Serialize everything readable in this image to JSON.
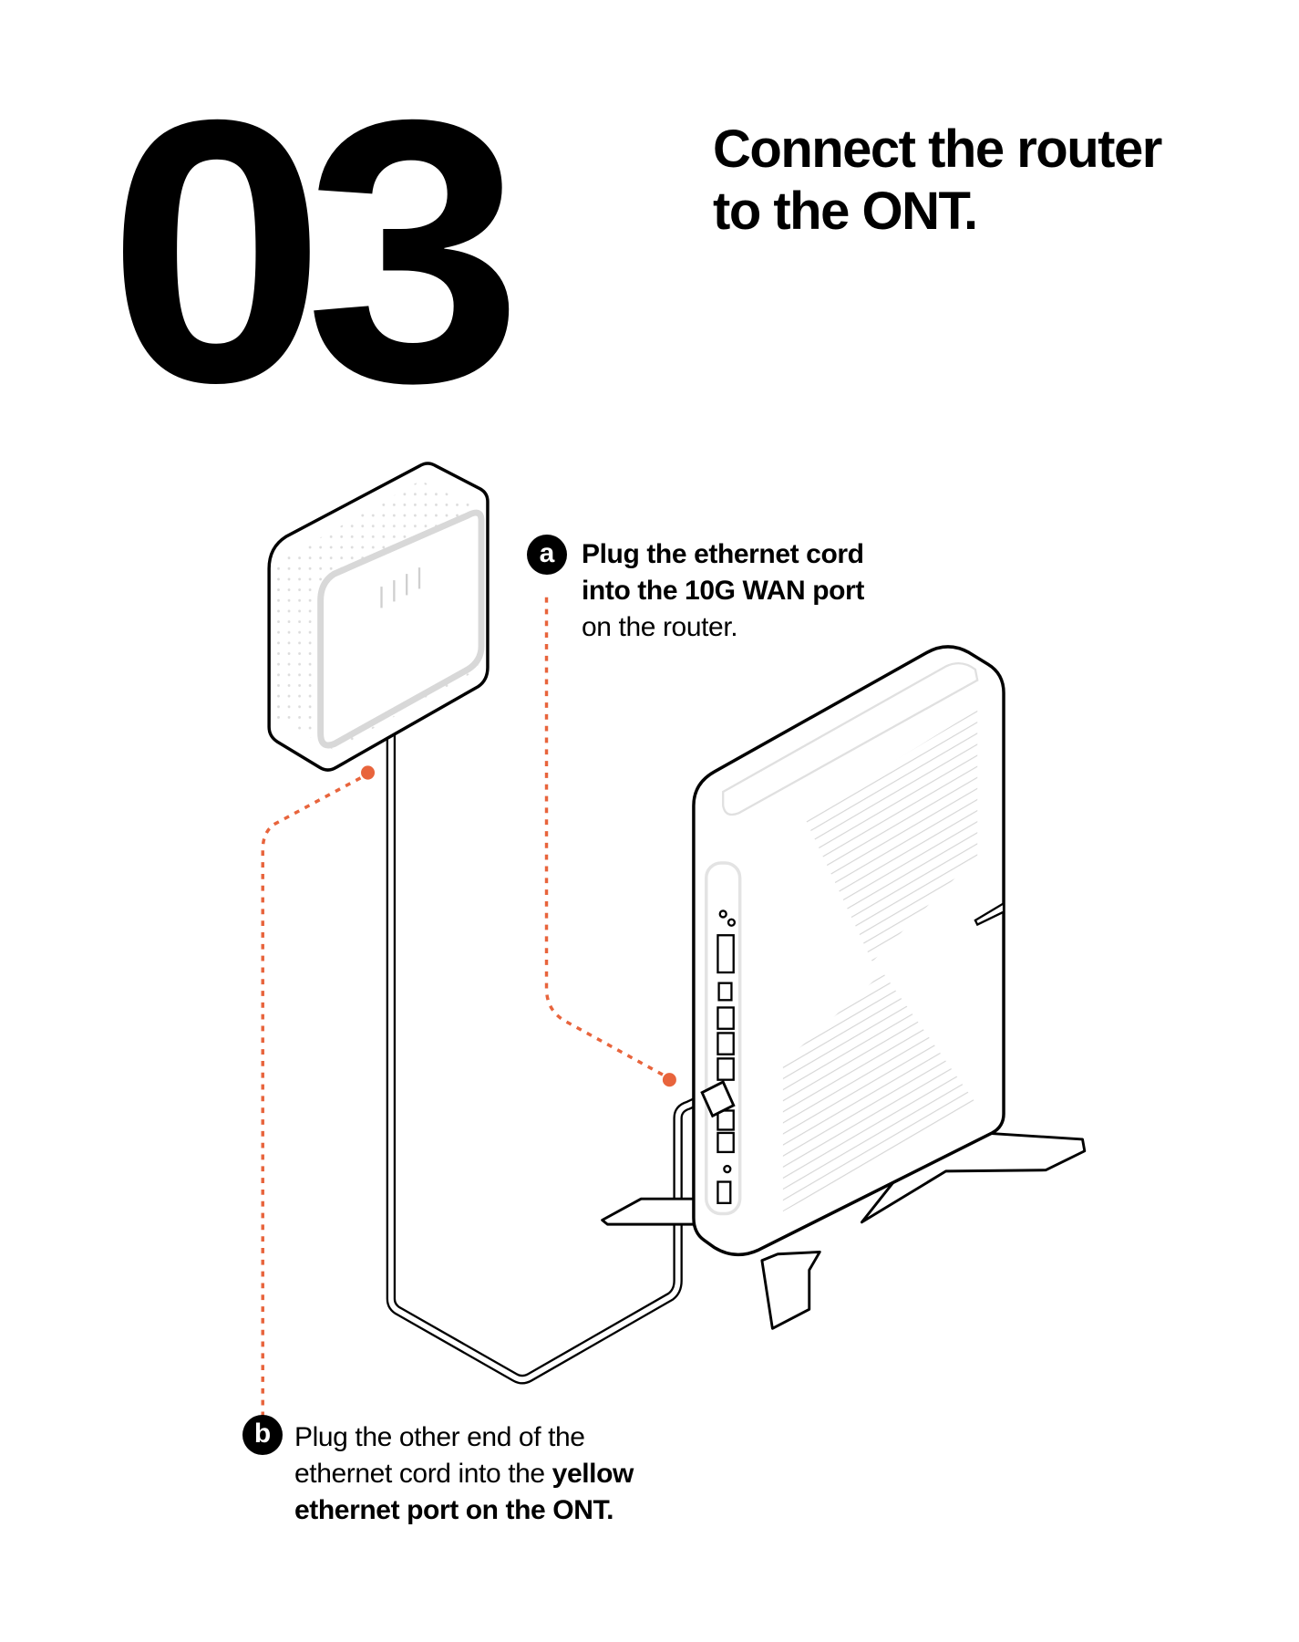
{
  "step_number": "03",
  "heading": {
    "line1": "Connect the router",
    "line2": "to the ONT."
  },
  "step_a": {
    "badge": "a",
    "line1": "Plug the ethernet cord",
    "line2": "into the 10G WAN port",
    "line3": "on the router."
  },
  "step_b": {
    "badge": "b",
    "line1": "Plug the other end of the",
    "line2_regular": "ethernet cord into the ",
    "line2_bold": "yellow",
    "line3": "ethernet port on the ONT."
  },
  "colors": {
    "accent": "#e8643c",
    "ink": "#000000",
    "light_line": "#d9d9d9"
  }
}
